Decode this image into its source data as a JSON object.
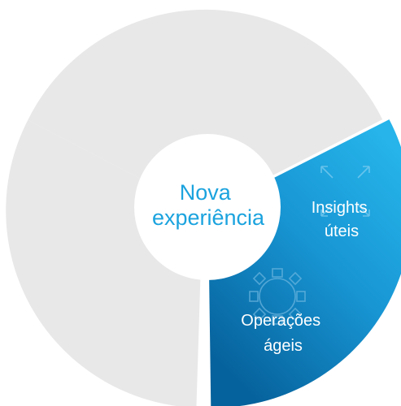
{
  "diagram": {
    "center_label": [
      "Nova",
      "experiência"
    ],
    "segments": [
      {
        "id": "top",
        "label": [],
        "highlighted": false
      },
      {
        "id": "left",
        "label": [],
        "highlighted": false
      },
      {
        "id": "right",
        "labels": {
          "insights": [
            "Insights",
            "úteis"
          ],
          "operacoes": [
            "Operações",
            "ágeis"
          ]
        },
        "highlighted": true
      }
    ],
    "icons": [
      "expand-arrows-icon",
      "gear-icon"
    ]
  },
  "colors": {
    "segment_grey": "#e8e8e9",
    "highlight_light": "#23b1e8",
    "highlight_dark": "#075f98",
    "center_fill": "#ffffff",
    "center_text": "#1ba3de",
    "label_text": "#ffffff"
  }
}
